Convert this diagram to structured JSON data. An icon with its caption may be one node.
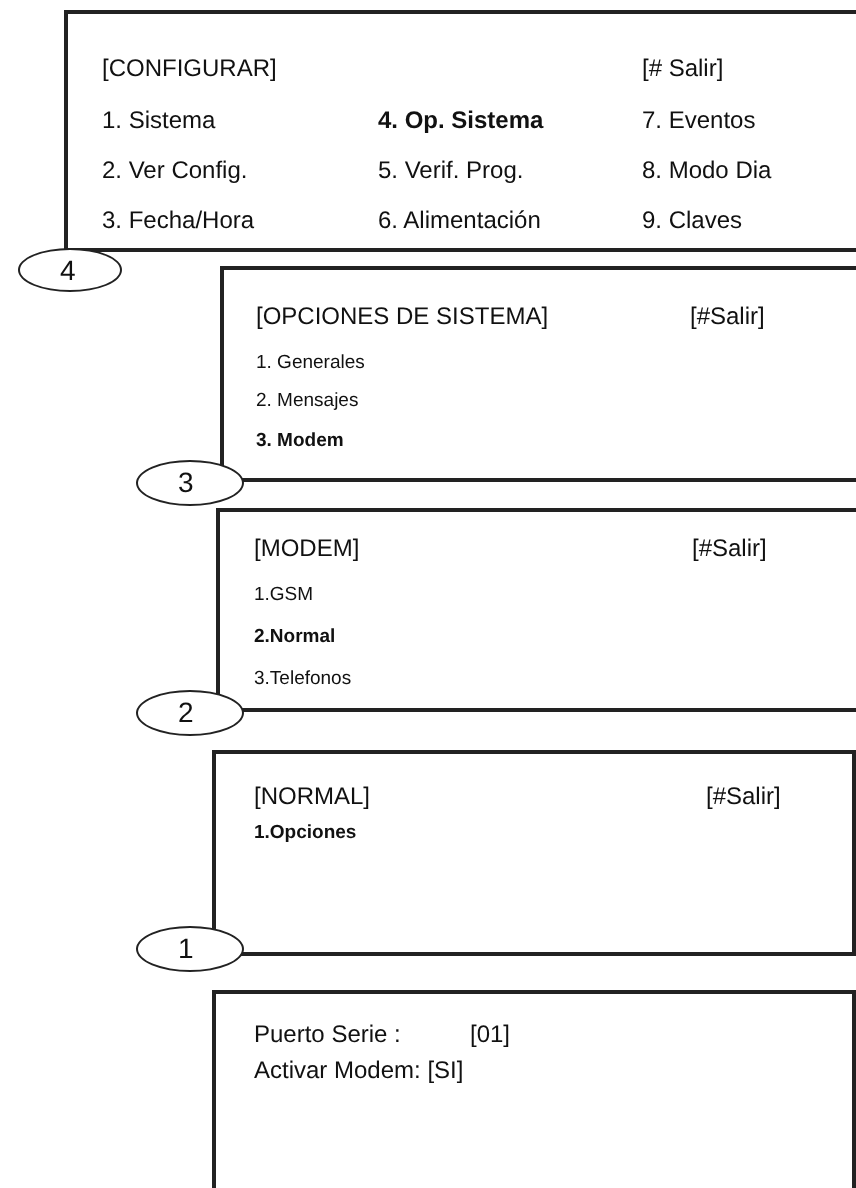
{
  "diagram": {
    "nodes": [
      {
        "text": [
          "[CONFIGURAR]",
          "[# Salir]",
          "1. Sistema",
          "4. Op. Sistema",
          "7. Eventos",
          "2. Ver Config.",
          "5. Verif. Prog.",
          "8. Modo Dia",
          "3. Fecha/Hora",
          "6. Alimentación",
          "9. Claves"
        ]
      },
      {
        "text": [
          "4"
        ]
      },
      {
        "text": [
          "[OPCIONES DE SISTEMA]",
          "[#Salir]",
          "1. Generales",
          "2. Mensajes",
          "3. Modem"
        ]
      },
      {
        "text": [
          "3"
        ]
      },
      {
        "text": [
          "[MODEM]",
          "[#Salir]",
          "1.GSM",
          "2.Normal",
          "3.Telefonos"
        ]
      },
      {
        "text": [
          "2"
        ]
      },
      {
        "text": [
          "[NORMAL]",
          "[#Salir]",
          "1.Opciones"
        ]
      },
      {
        "text": [
          "1"
        ]
      },
      {
        "text": [
          "Puerto Serie :",
          "[01]",
          "Activar Modem: [SI]"
        ]
      }
    ]
  }
}
